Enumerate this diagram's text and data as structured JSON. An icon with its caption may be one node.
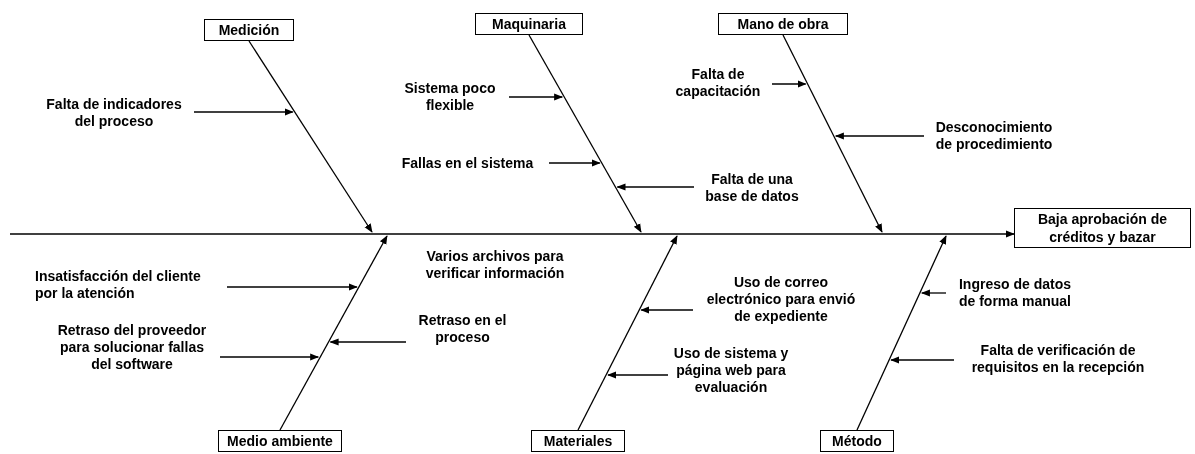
{
  "diagram": {
    "nodes": [
      {
        "text": [
          "Medición"
        ]
      },
      {
        "text": [
          "Maquinaria"
        ]
      },
      {
        "text": [
          "Mano de obra"
        ]
      },
      {
        "text": [
          "Baja aprobación de créditos y bazar"
        ]
      },
      {
        "text": [
          "Falta de indicadores del proceso"
        ]
      },
      {
        "text": [
          "Sistema poco flexible"
        ]
      },
      {
        "text": [
          "Fallas en el sistema"
        ]
      },
      {
        "text": [
          "Falta de una base de datos"
        ]
      },
      {
        "text": [
          "Falta de capacitación"
        ]
      },
      {
        "text": [
          "Desconocimiento de procedimiento"
        ]
      },
      {
        "text": [
          "Medio ambiente"
        ]
      },
      {
        "text": [
          "Materiales"
        ]
      },
      {
        "text": [
          "Método"
        ]
      },
      {
        "text": [
          "Insatisfacción del cliente por la atención"
        ]
      },
      {
        "text": [
          "Retraso del proveedor para solucionar fallas del software"
        ]
      },
      {
        "text": [
          "Retraso en el proceso"
        ]
      },
      {
        "text": [
          "Uso de correo electrónico para envió de expediente"
        ]
      },
      {
        "text": [
          "Uso de sistema y página web para evaluación"
        ]
      },
      {
        "text": [
          "Ingreso de datos de forma manual"
        ]
      },
      {
        "text": [
          "Falta de verificación de requisitos en la recepción"
        ]
      }
    ],
    "edges": [
      {
        "from": null,
        "to": 3,
        "arrow": "to"
      },
      {
        "from": 0,
        "to": null,
        "arrow": "to"
      },
      {
        "from": 1,
        "to": null,
        "arrow": "to"
      },
      {
        "from": 2,
        "to": null,
        "arrow": "to"
      },
      {
        "from": 10,
        "to": null,
        "arrow": "to"
      },
      {
        "from": 11,
        "to": null,
        "arrow": "to"
      },
      {
        "from": 12,
        "to": null,
        "arrow": "to"
      },
      {
        "from": 4,
        "to": null,
        "arrow": "to"
      },
      {
        "from": 5,
        "to": null,
        "arrow": "to"
      },
      {
        "from": 6,
        "to": null,
        "arrow": "to"
      },
      {
        "from": 7,
        "to": null,
        "arrow": "to"
      },
      {
        "from": 8,
        "to": null,
        "arrow": "to"
      },
      {
        "from": 9,
        "to": null,
        "arrow": "to"
      },
      {
        "from": 13,
        "to": null,
        "arrow": "to"
      },
      {
        "from": 14,
        "to": null,
        "arrow": "to"
      },
      {
        "from": 15,
        "to": null,
        "arrow": "to"
      },
      {
        "from": 16,
        "to": null,
        "arrow": "to"
      },
      {
        "from": 17,
        "to": null,
        "arrow": "to"
      },
      {
        "from": 18,
        "to": null,
        "arrow": "to"
      },
      {
        "from": 19,
        "to": null,
        "arrow": "to"
      }
    ],
    "labels": [
      "Varios archivos para verificar información"
    ]
  }
}
